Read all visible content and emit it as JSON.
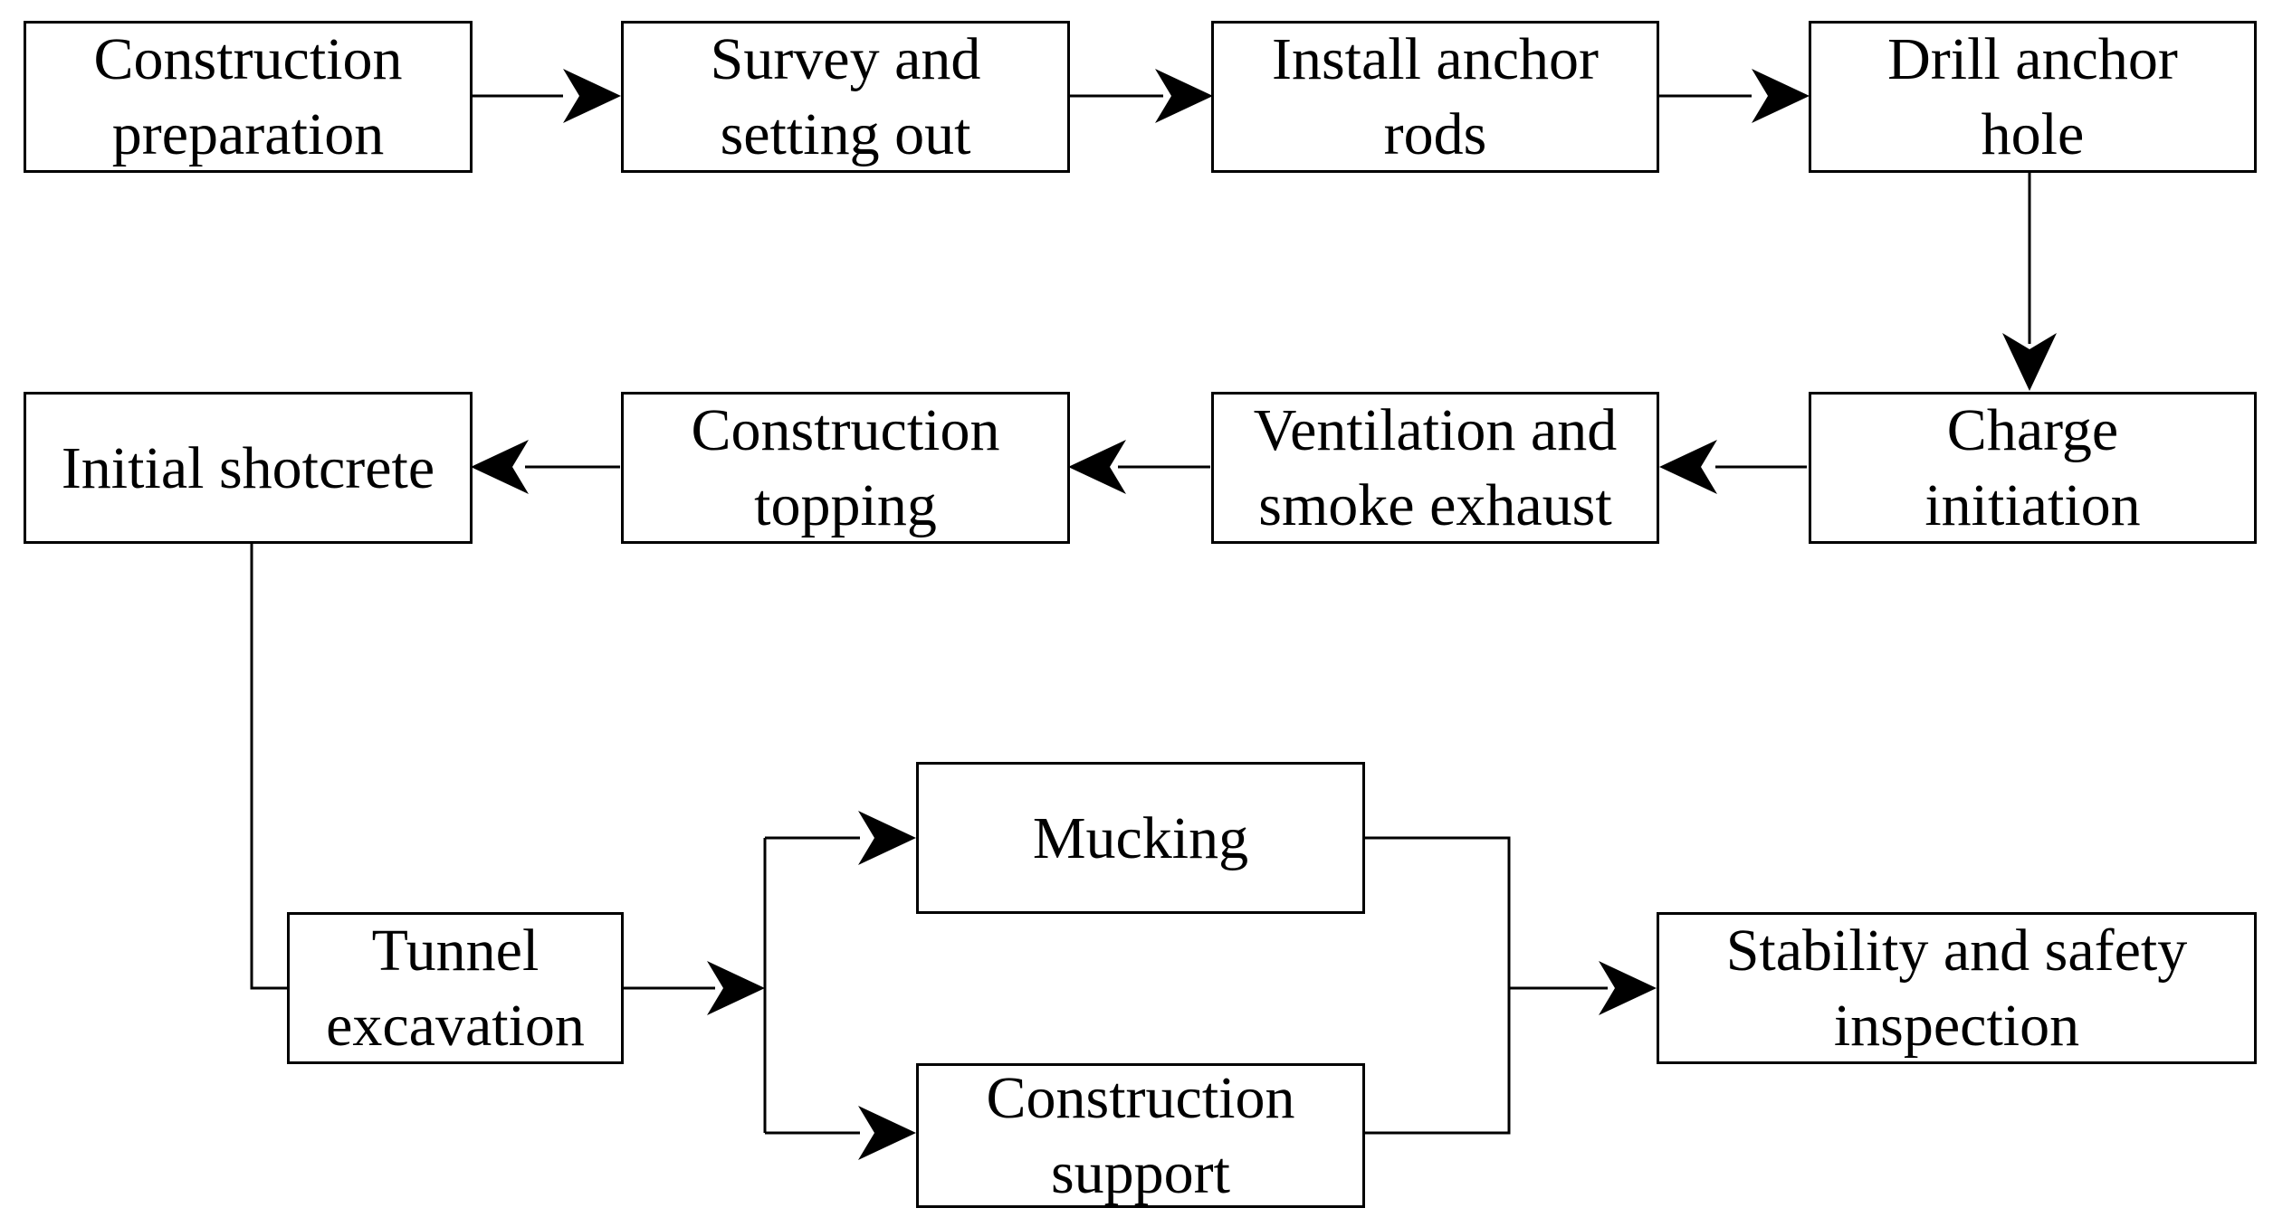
{
  "colors": {
    "stroke": "#000000",
    "background": "#ffffff"
  },
  "nodes": {
    "construction_preparation": {
      "line1": "Construction",
      "line2": "preparation"
    },
    "survey_setting_out": {
      "line1": "Survey and",
      "line2": "setting out"
    },
    "install_anchor_rods": {
      "line1": "Install anchor",
      "line2": "rods"
    },
    "drill_anchor_hole": {
      "line1": "Drill anchor",
      "line2": "hole"
    },
    "charge_initiation": {
      "line1": "Charge",
      "line2": "initiation"
    },
    "ventilation_smoke_exhaust": {
      "line1": "Ventilation and",
      "line2": "smoke exhaust"
    },
    "construction_topping": {
      "line1": "Construction",
      "line2": "topping"
    },
    "initial_shotcrete": {
      "line1": "Initial shotcrete"
    },
    "tunnel_excavation": {
      "line1": "Tunnel",
      "line2": "excavation"
    },
    "mucking": {
      "line1": "Mucking"
    },
    "construction_support": {
      "line1": "Construction",
      "line2": "support"
    },
    "stability_safety_inspection": {
      "line1": "Stability and safety",
      "line2": "inspection"
    }
  },
  "edges": [
    {
      "from": "construction_preparation",
      "to": "survey_setting_out"
    },
    {
      "from": "survey_setting_out",
      "to": "install_anchor_rods"
    },
    {
      "from": "install_anchor_rods",
      "to": "drill_anchor_hole"
    },
    {
      "from": "drill_anchor_hole",
      "to": "charge_initiation"
    },
    {
      "from": "charge_initiation",
      "to": "ventilation_smoke_exhaust"
    },
    {
      "from": "ventilation_smoke_exhaust",
      "to": "construction_topping"
    },
    {
      "from": "construction_topping",
      "to": "initial_shotcrete"
    },
    {
      "from": "initial_shotcrete",
      "to": "tunnel_excavation"
    },
    {
      "from": "tunnel_excavation",
      "to": "mucking"
    },
    {
      "from": "tunnel_excavation",
      "to": "construction_support"
    },
    {
      "from": "mucking",
      "to": "stability_safety_inspection"
    },
    {
      "from": "construction_support",
      "to": "stability_safety_inspection"
    }
  ]
}
